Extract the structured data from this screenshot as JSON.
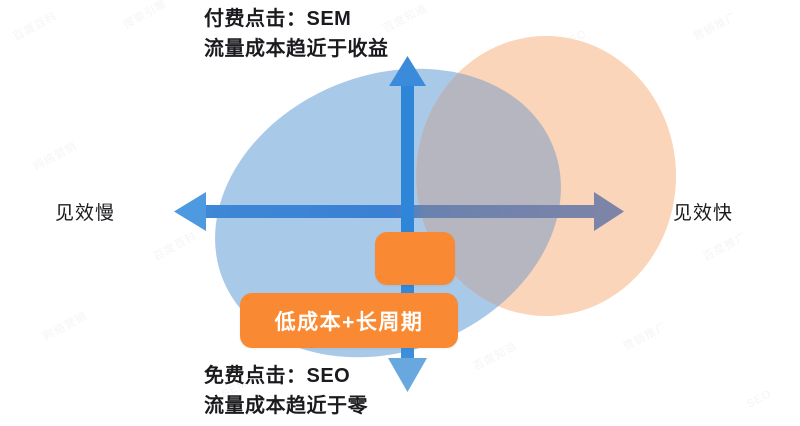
{
  "slide": {
    "background_color": "#ffffff",
    "quadrant_axes": {
      "vertical_axis": {
        "name": "vertical-double-arrow",
        "top_label": {
          "line1": "付费点击：SEM",
          "line2": "流量成本趋近于收益"
        },
        "bottom_label": {
          "line1": "免费点击：SEO",
          "line2": "流量成本趋近于零"
        },
        "shaft_color": "#2f85d8",
        "head_color": "#68a8de"
      },
      "horizontal_axis": {
        "name": "horizontal-double-arrow",
        "left_label": "见效慢",
        "right_label": "见效快",
        "shaft_color": "#3a80d4",
        "head_color": "#4e9ae0"
      }
    },
    "ellipses": [
      {
        "name": "blue-ellipse",
        "color": "#a9c9e9",
        "note": "tilted blue ellipse on the left"
      },
      {
        "name": "orange-ellipse",
        "color": "#fad5b9",
        "note": "peach circle on the right"
      },
      {
        "name": "overlap-region",
        "color": "#b9b9c2",
        "note": "gray multiply overlap of blue and orange"
      }
    ],
    "callout_boxes": [
      {
        "name": "orange-box-small",
        "label": "",
        "fill": "#f98a33"
      },
      {
        "name": "orange-box-wide",
        "label": "低成本+长周期",
        "fill": "#f98a33",
        "text_color": "#ffffff"
      }
    ],
    "watermarks": [
      "百度百科",
      "搜索引擎",
      "百度知道",
      "SEO",
      "营销推广",
      "网络营销",
      "百度百科",
      "SEO优化",
      "搜索引擎",
      "百度推广",
      "网络营销",
      "SEM",
      "百度知道",
      "营销推广",
      "SEO"
    ]
  }
}
